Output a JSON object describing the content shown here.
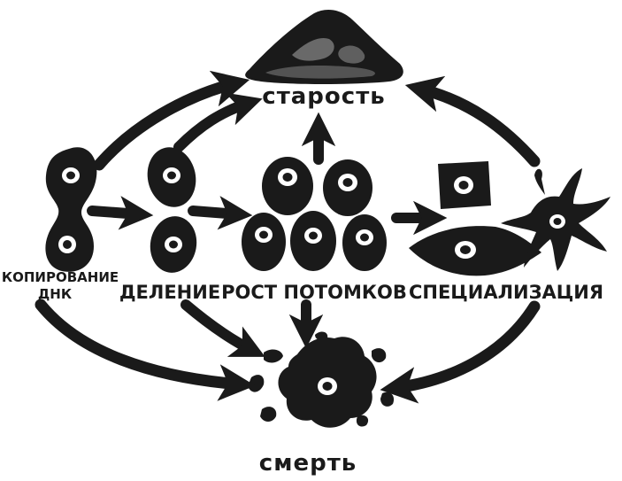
{
  "diagram": {
    "labels": {
      "old_age": "старость",
      "dna_copy_line1": "КОПИРОВАНИЕ",
      "dna_copy_line2": "ДНК",
      "division": "ДЕЛЕНИЕ",
      "growth": "РОСТ ПОТОМКОВ",
      "specialization": "СПЕЦИАЛИЗАЦИЯ",
      "death": "смерть"
    },
    "colors": {
      "ink": "#1a1a1a",
      "paper": "#ffffff"
    }
  }
}
